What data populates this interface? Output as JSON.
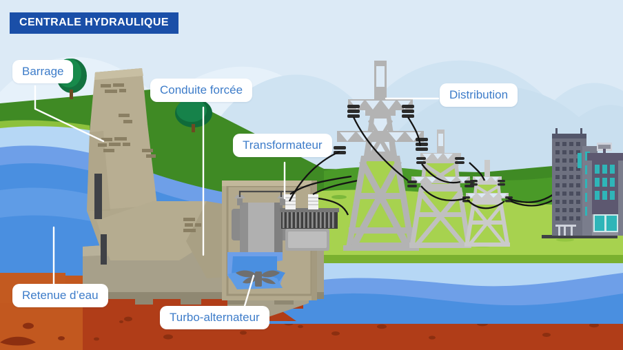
{
  "title": {
    "text": "CENTRALE HYDRAULIQUE",
    "bg": "#1a4fa8",
    "color": "#ffffff"
  },
  "labels": {
    "barrage": "Barrage",
    "conduite": "Conduite forcée",
    "transformateur": "Transformateur",
    "distribution": "Distribution",
    "retenue": "Retenue d’eau",
    "turbo": "Turbo-alternateur"
  },
  "palette": {
    "sky": "#dceaf6",
    "hill_far": "#cfe3f2",
    "hill_near": "#c3dcef",
    "grass_dark": "#3f8a24",
    "grass_mid": "#5aa32c",
    "grass_light": "#a7d24f",
    "grass_band": "#7ab02f",
    "water_pale": "#b6d7f5",
    "water_mid": "#6e9fe8",
    "water_bright": "#4a8fe0",
    "water_deep": "#3f84da",
    "soil": "#b03d18",
    "soil_dark": "#8c2f10",
    "concrete": "#b8ae92",
    "concrete_dark": "#9d9378",
    "concrete_light": "#c8bfa3",
    "steel": "#b3b3b3",
    "steel_dark": "#7d7d7d",
    "cable": "#141414",
    "building_gray": "#6e7180",
    "building_purple": "#5d5870",
    "window_teal": "#2fb5b8",
    "chip_text": "#3d7cc9"
  }
}
